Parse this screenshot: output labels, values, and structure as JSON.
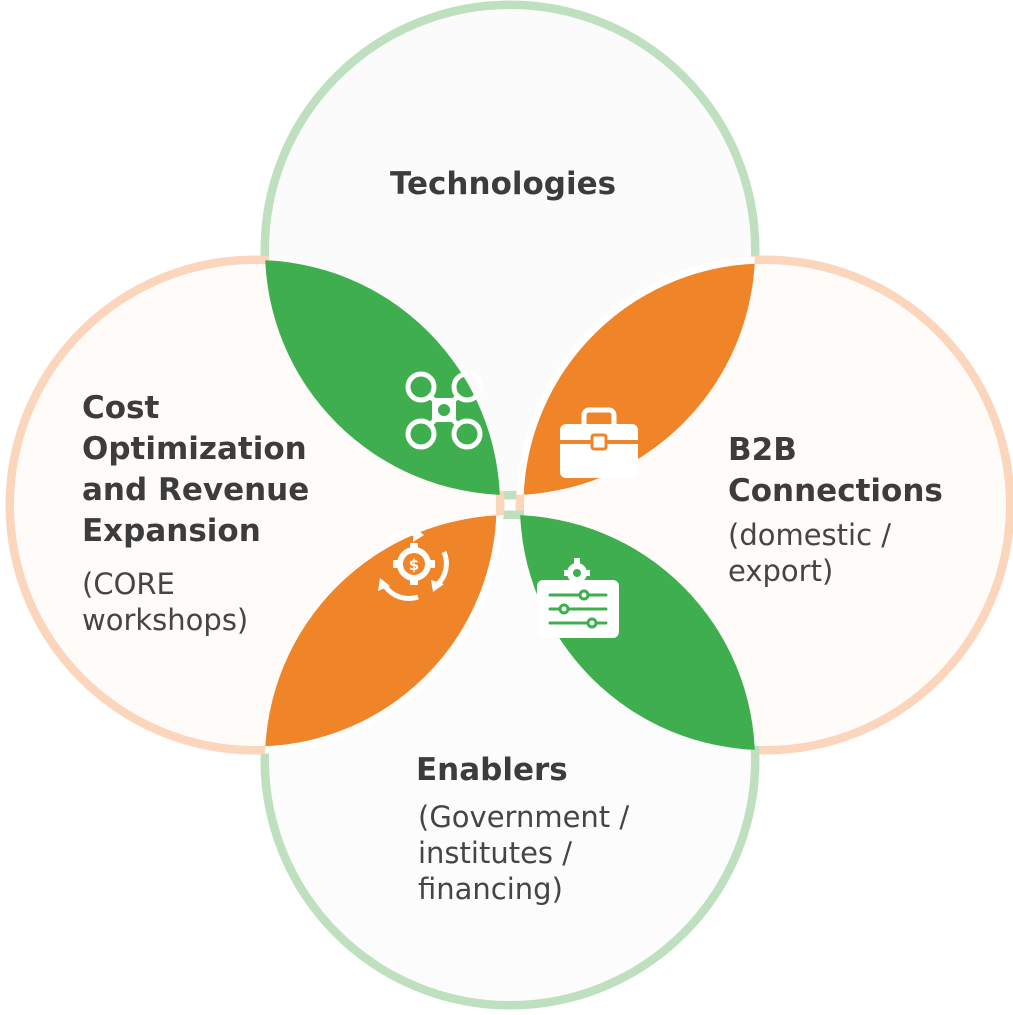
{
  "colors": {
    "green": "#3fae4f",
    "orange": "#f08428",
    "green_ring": "#bfe0bf",
    "orange_ring": "#fbd6bd",
    "circle_fill": "#fbfbfb",
    "text": "#3c3c3c",
    "icon": "#ffffff"
  },
  "circles": {
    "technologies": {
      "title": "Technologies"
    },
    "cost": {
      "title_line1": "Cost",
      "title_line2": "Optimization",
      "title_line3": "and Revenue",
      "title_line4": "Expansion",
      "sub_line1": "(CORE",
      "sub_line2": "workshops)"
    },
    "b2b": {
      "title_line1": "B2B",
      "title_line2": "Connections",
      "sub_line1": "(domestic /",
      "sub_line2": "export)"
    },
    "enablers": {
      "title": "Enablers",
      "sub_line1": "(Government /",
      "sub_line2": "institutes /",
      "sub_line3": "financing)"
    }
  },
  "icons": {
    "technologies": "drone-icon",
    "b2b": "briefcase-icon",
    "cost": "cost-cycle-icon",
    "enablers": "settings-sliders-icon"
  }
}
